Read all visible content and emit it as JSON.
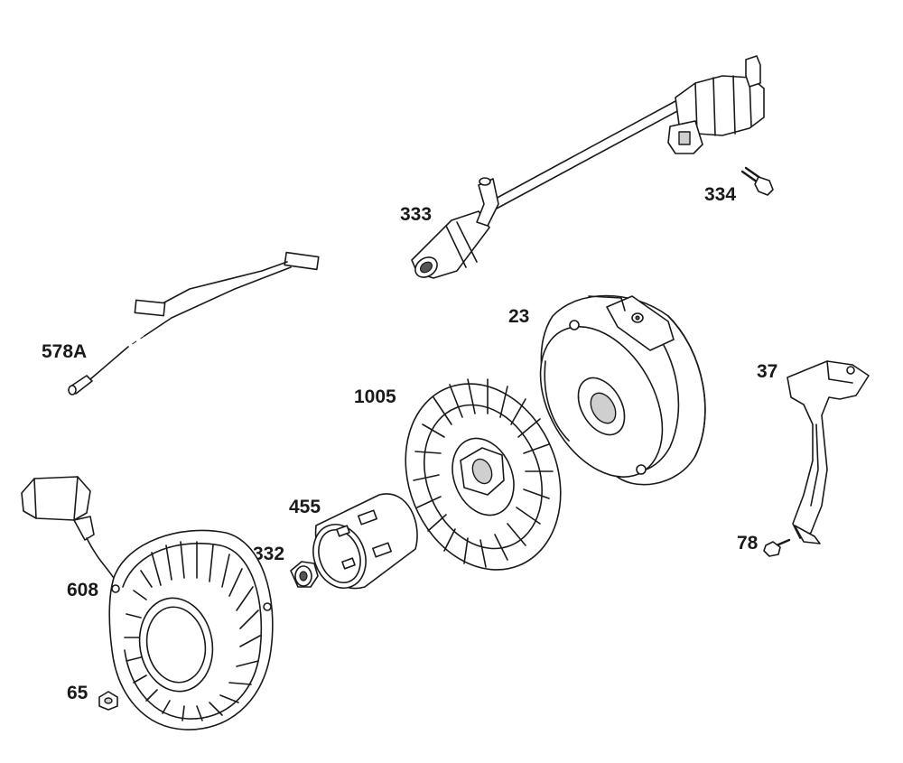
{
  "diagram": {
    "labels": {
      "ignition_coil": "333",
      "coil_screw": "334",
      "stop_wire": "578A",
      "flywheel_magnet": "23",
      "fan": "1005",
      "bracket": "37",
      "screw_78": "78",
      "cup": "455",
      "nut": "332",
      "starter": "608",
      "screw_65": "65"
    }
  }
}
